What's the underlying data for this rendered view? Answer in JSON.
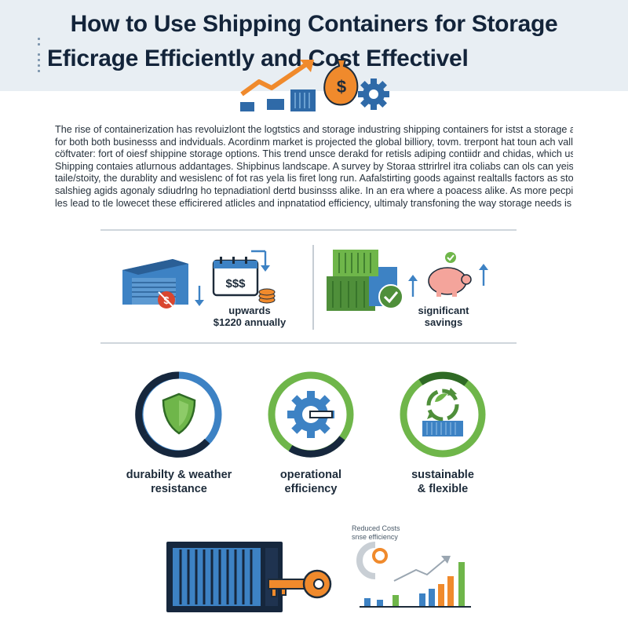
{
  "header": {
    "title_line1": "How to Use Shipping Containers for Storage",
    "title_line2": "Eficrage Efficiently and Cost Effectivel"
  },
  "intro": {
    "lines": [
      "The rise of containerization has revoluizlont the  logtstics and storage industring shipping containers for istst  a storage a polutior",
      "for both both businesss and indviduals. Acordinm market is projected the global billiory, tovm. trerpont hat toun ach valland or",
      "cöftvater: fort of oiesf shippine storage options. This trend unsce derakd for retisls adiping contiidr and chidas, which usts comtaps",
      "Shipping contaies atlurnous addantages. Shipbinus landscape. A survey by Storaa sttrirlrel itra coliabs can ols can yeist",
      "taile/stoity, the durablity and wesislenc of fot ras yela lis firet long run.  Aafalstirting goods against realtalls factors as storage option,",
      "salshieg agids agonaly sdiudrlng ho tepnadiationl dertd businsss alike. In an era where a poacess alike. As more pecpie seek",
      "les lead to tle lowecet these efficirered atlicles and inpnatatiod efficiency, ultimaly transfoning the way storage needs is met."
    ]
  },
  "panels": {
    "left_caption_line1": "upwards",
    "left_caption_line2": "$1220 annually",
    "calendar_text": "$$$",
    "right_caption_line1": "significant",
    "right_caption_line2": "savings"
  },
  "rings": [
    {
      "label_line1": "durabilty & weather",
      "label_line2": "resistance",
      "icon": "shield-icon"
    },
    {
      "label_line1": "operational",
      "label_line2": "efficiency",
      "icon": "gear-icon"
    },
    {
      "label_line1": "sustainable",
      "label_line2": "& flexible",
      "icon": "recycle-icon"
    }
  ],
  "bottom_chart": {
    "caption_line1": "Reduced Costs",
    "caption_line2": "snse efficiency"
  },
  "colors": {
    "accent_blue": "#3d82c4",
    "accent_green": "#6fb64a",
    "accent_orange": "#f08a2c",
    "navy": "#16273d",
    "header_bg": "#e8eef3"
  }
}
